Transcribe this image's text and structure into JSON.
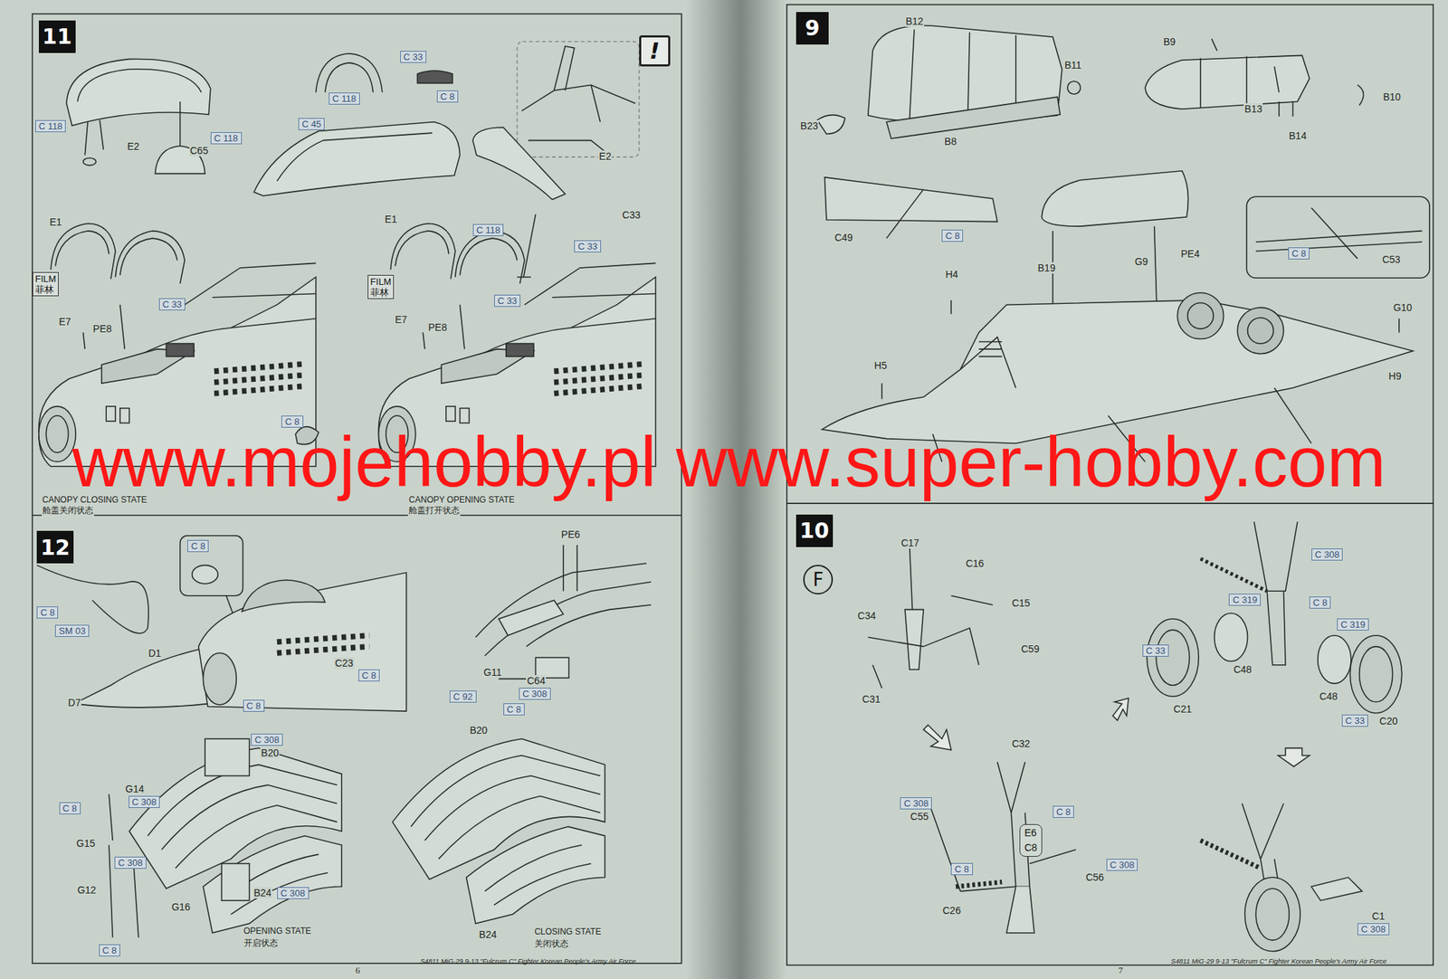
{
  "diagram": {
    "nodes": [
      {
        "text": [
          "11"
        ]
      },
      {
        "text": [
          "!"
        ]
      },
      {
        "text": [
          "C 118"
        ]
      },
      {
        "text": [
          "C 33"
        ]
      },
      {
        "text": [
          "C 8"
        ]
      },
      {
        "text": [
          "C 118"
        ]
      },
      {
        "text": [
          "C 118"
        ]
      },
      {
        "text": [
          "C 45"
        ]
      },
      {
        "text": [
          "C 118"
        ]
      },
      {
        "text": [
          "C 33"
        ]
      },
      {
        "text": [
          "FILM 菲林"
        ]
      },
      {
        "text": [
          "C 33"
        ]
      },
      {
        "text": [
          "FILM 菲林"
        ]
      },
      {
        "text": [
          "C 33"
        ]
      },
      {
        "text": [
          "C 8"
        ]
      },
      {
        "text": [
          "12"
        ]
      },
      {
        "text": [
          "C 8"
        ]
      },
      {
        "text": [
          "C 8"
        ]
      },
      {
        "text": [
          "SM 03"
        ]
      },
      {
        "text": [
          "C 8"
        ]
      },
      {
        "text": [
          "C 92"
        ]
      },
      {
        "text": [
          "C 308"
        ]
      },
      {
        "text": [
          "C 8"
        ]
      },
      {
        "text": [
          "C 8"
        ]
      },
      {
        "text": [
          "C 308"
        ]
      },
      {
        "text": [
          "C 308"
        ]
      },
      {
        "text": [
          "C 8"
        ]
      },
      {
        "text": [
          "C 308"
        ]
      },
      {
        "text": [
          "C 308"
        ]
      },
      {
        "text": [
          "C 8"
        ]
      },
      {
        "text": [
          "9"
        ]
      },
      {
        "text": [
          "C 8"
        ]
      },
      {
        "text": [
          "C 8"
        ]
      },
      {
        "text": [
          "10"
        ]
      },
      {
        "text": [
          "F"
        ]
      },
      {
        "text": [
          "C 308"
        ]
      },
      {
        "text": [
          "C 319"
        ]
      },
      {
        "text": [
          "C 8"
        ]
      },
      {
        "text": [
          "C 319"
        ]
      },
      {
        "text": [
          "C 33"
        ]
      },
      {
        "text": [
          "C 33"
        ]
      },
      {
        "text": [
          "C 308"
        ]
      },
      {
        "text": [
          "C 8"
        ]
      },
      {
        "text": [
          "E6",
          "C8"
        ]
      },
      {
        "text": [
          "C 8"
        ]
      },
      {
        "text": [
          "C 308"
        ]
      },
      {
        "text": [
          "C 308"
        ]
      }
    ],
    "labels": [
      "E2",
      "C65",
      "E2",
      "C33",
      "E1",
      "E1",
      "E7",
      "PE8",
      "E7",
      "PE8",
      "CANOPY CLOSING STATE",
      "舱盖关闭状态",
      "CANOPY OPENING STATE",
      "舱盖打开状态",
      "PE6",
      "D1",
      "C23",
      "D7",
      "G11",
      "C64",
      "B20",
      "B20",
      "G14",
      "G15",
      "G12",
      "G16",
      "B24",
      "OPENING STATE",
      "开启状态",
      "B24",
      "CLOSING STATE",
      "关闭状态",
      "B12",
      "B11",
      "B23",
      "B8",
      "B9",
      "B10",
      "B13",
      "B14",
      "C49",
      "H4",
      "B19",
      "G9",
      "PE4",
      "C53",
      "G10",
      "H5",
      "H9",
      "C17",
      "C16",
      "C15",
      "C34",
      "C59",
      "C31",
      "C21",
      "C48",
      "C48",
      "C20",
      "C32",
      "C55",
      "C26",
      "C56",
      "C1",
      "6",
      "S4811 MiG-29 9-13 \"Fulcrum C\" Fighter Korean People's Army Air Force",
      "7",
      "S4811 MiG-29 9-13 \"Fulcrum C\" Fighter Korean People's Army Air Force",
      "www.mojehobby.pl www.super-hobby.com"
    ]
  }
}
